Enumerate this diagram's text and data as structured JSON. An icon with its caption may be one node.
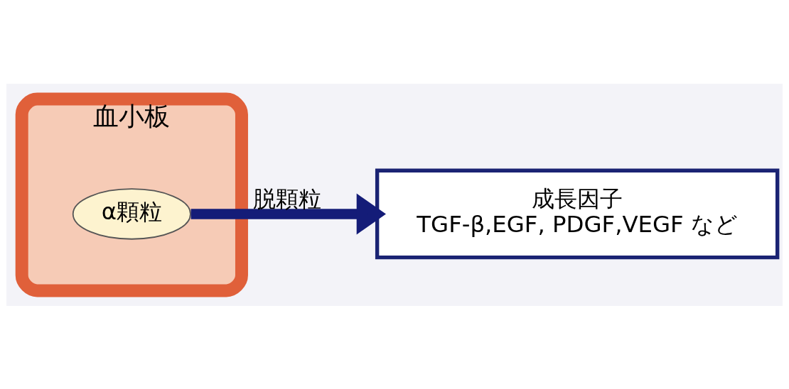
{
  "diagram": {
    "nodes": [
      {
        "text": [
          "血小板"
        ]
      },
      {
        "text": [
          "α顆粒"
        ],
        "in": 0
      },
      {
        "text": [
          "成長因子",
          "TGF-β,EGF, PDGF,VEGF など"
        ]
      }
    ],
    "edges": [
      {
        "from": 1,
        "to": 2,
        "arrow": "to",
        "label": "脱顆粒",
        "color": "#141c78"
      }
    ]
  }
}
